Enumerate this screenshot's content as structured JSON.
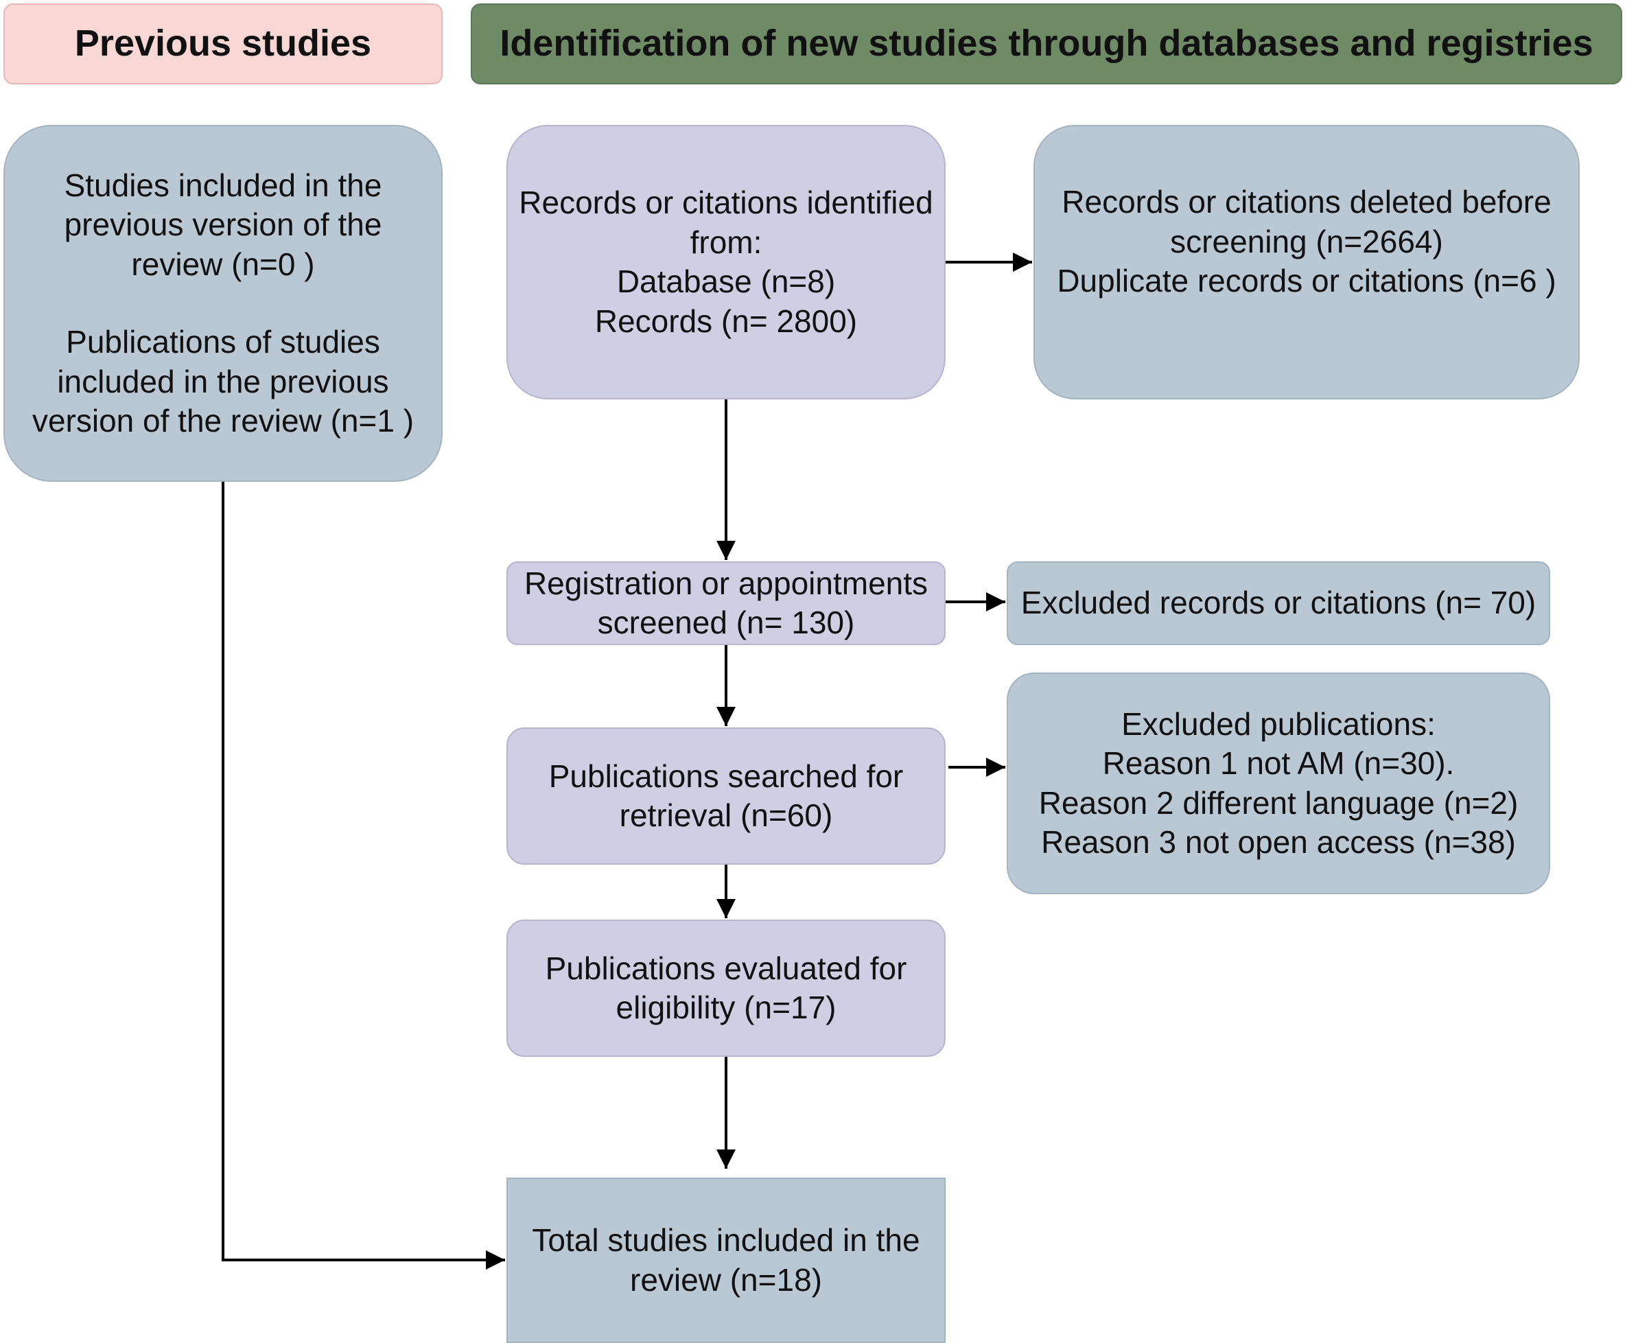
{
  "headers": {
    "previous": "Previous studies",
    "new": "Identification of new studies through databases and registries"
  },
  "previous_studies": {
    "line1": "Studies included in the",
    "line2": "previous version of the",
    "line3": "review (n=0 )",
    "line4": "Publications of studies",
    "line5": "included in the previous",
    "line6": "version of the review (n=1 )"
  },
  "records_identified": {
    "line1": "Records or citations identified",
    "line2": "from:",
    "line3": "Database (n=8)",
    "line4": "Records (n= 2800)"
  },
  "records_deleted": {
    "line1": "Records or citations deleted before",
    "line2": "screening (n=2664)",
    "line3": "Duplicate records or citations (n=6 )"
  },
  "screened": {
    "line1": "Registration or appointments",
    "line2": "screened (n= 130)"
  },
  "excluded_records": {
    "line1": "Excluded records or citations (n= 70)"
  },
  "searched": {
    "line1": "Publications searched for",
    "line2": "retrieval (n=60)"
  },
  "excluded_publications": {
    "line1": "Excluded publications:",
    "line2": "Reason 1 not AM (n=30).",
    "line3": "Reason 2 different language (n=2)",
    "line4": "Reason 3 not open access (n=38)"
  },
  "evaluated": {
    "line1": "Publications evaluated for",
    "line2": "eligibility (n=17)"
  },
  "total": {
    "line1": "Total studies included in the",
    "line2": "review (n=18)"
  },
  "colors": {
    "header_previous": "#f9d7d5",
    "header_new": "#6e8b65",
    "box_blue": "#bac8d3",
    "box_purple": "#d0cee2",
    "connector": "#000000"
  }
}
